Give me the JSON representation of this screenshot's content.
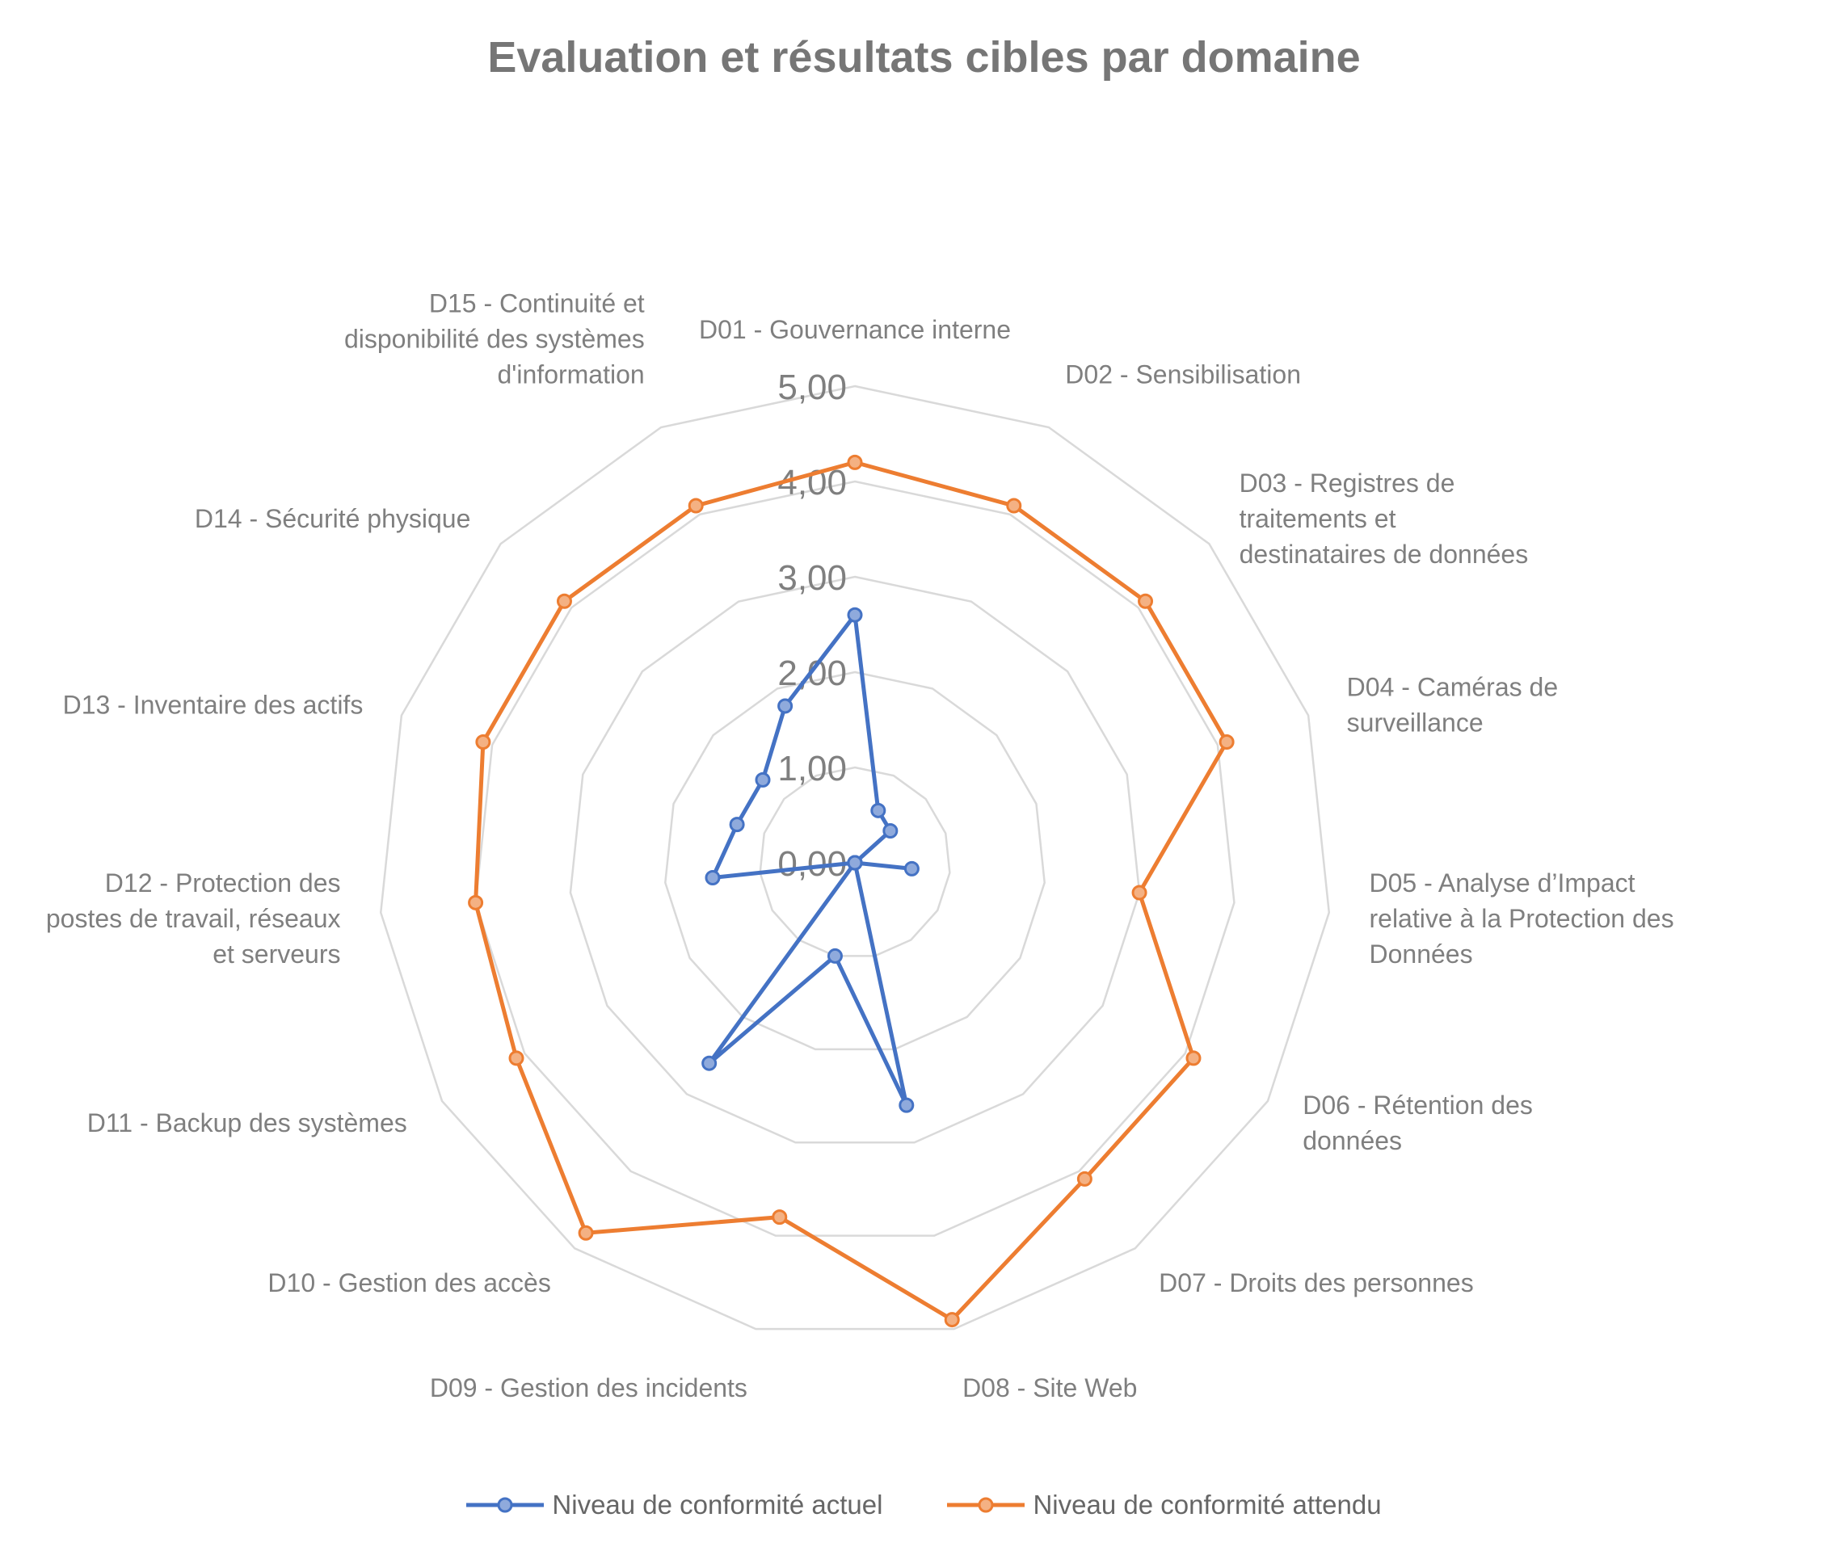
{
  "chart_data": {
    "type": "radar",
    "title": "Evaluation et résultats cibles par domaine",
    "categories": [
      "D01 - Gouvernance interne",
      "D02 - Sensibilisation",
      "D03 - Registres de traitements et destinataires de données",
      "D04 - Caméras de surveillance",
      "D05 - Analyse d’Impact relative à la Protection des Données",
      "D06 - Rétention des données",
      "D07 - Droits des personnes",
      "D08 - Site Web",
      "D09 - Gestion des incidents",
      "D10 - Gestion des accès",
      "D11 - Backup des systèmes",
      "D12 - Protection des postes de travail, réseaux et serveurs",
      "D13 - Inventaire des actifs",
      "D14 - Sécurité physique",
      "D15 - Continuité et disponibilité des systèmes d'information"
    ],
    "category_lines": [
      [
        "D01 - Gouvernance interne"
      ],
      [
        "D02 - Sensibilisation"
      ],
      [
        "D03 - Registres de",
        "traitements et",
        "destinataires de données"
      ],
      [
        "D04 - Caméras de",
        "surveillance"
      ],
      [
        "D05 - Analyse d’Impact",
        "relative à la Protection des",
        "Données"
      ],
      [
        "D06 - Rétention des",
        "données"
      ],
      [
        "D07 - Droits des personnes"
      ],
      [
        "D08 - Site Web"
      ],
      [
        "D09 - Gestion des incidents"
      ],
      [
        "D10 - Gestion des accès"
      ],
      [
        "D11 - Backup des systèmes"
      ],
      [
        "D12 - Protection des",
        "postes de travail, réseaux",
        "et serveurs"
      ],
      [
        "D13 - Inventaire des actifs"
      ],
      [
        "D14 - Sécurité physique"
      ],
      [
        "D15 - Continuité et",
        "disponibilité des systèmes",
        "d'information"
      ]
    ],
    "series": [
      {
        "name": "Niveau de conformité actuel",
        "color": "#4472C4",
        "values": [
          2.6,
          0.6,
          0.5,
          0.0,
          0.6,
          0.0,
          0.0,
          2.6,
          1.0,
          2.6,
          0.0,
          1.5,
          1.3,
          1.3,
          1.8
        ]
      },
      {
        "name": "Niveau de conformité attendu",
        "color": "#ED7D31",
        "values": [
          4.2,
          4.1,
          4.1,
          4.1,
          3.0,
          4.1,
          4.1,
          4.9,
          3.8,
          4.8,
          4.1,
          4.0,
          4.1,
          4.1,
          4.1
        ]
      }
    ],
    "ticks": [
      "0,00",
      "1,00",
      "2,00",
      "3,00",
      "4,00",
      "5,00"
    ],
    "rlim": [
      0,
      5
    ],
    "grid": true,
    "legend_position": "bottom"
  }
}
